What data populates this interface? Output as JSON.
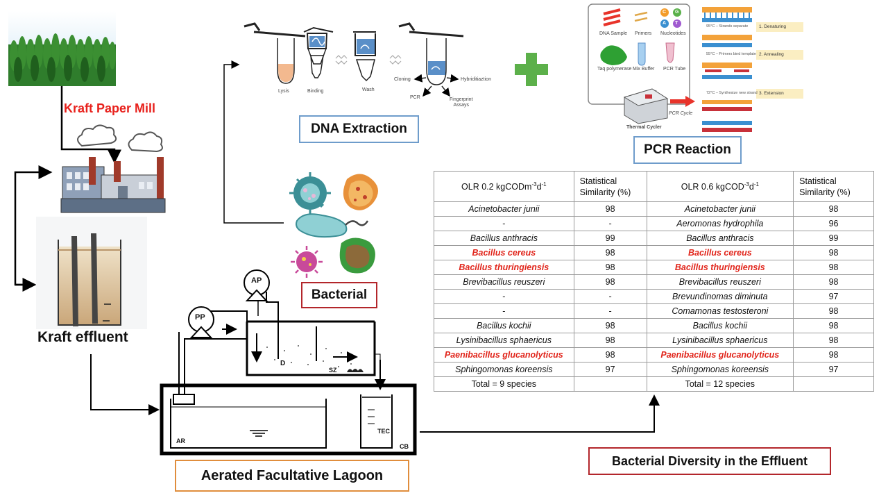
{
  "labels": {
    "kraft_paper_mill": "Kraft Paper Mill",
    "kraft_effluent": "Kraft effluent",
    "dna_extraction": "DNA Extraction",
    "pcr_reaction": "PCR Reaction",
    "bacterial": "Bacterial",
    "lagoon": "Aerated Facultative Lagoon",
    "diversity": "Bacterial Diversity in the Effluent"
  },
  "lagoon_parts": {
    "ap": "AP",
    "pp": "PP",
    "d": "D",
    "sz": "SZ",
    "tec": "TEC",
    "ar": "AR",
    "cb": "CB"
  },
  "dna_steps": {
    "lysis": "Lysis",
    "binding": "Binding",
    "wash": "Wash",
    "cloning": "Cloning",
    "hybrid": "Hybriditiaztion",
    "pcr": "PCR",
    "fingerprint": "Fingerprint\nAssays"
  },
  "pcr_parts": {
    "dna_sample": "DNA Sample",
    "primers": "Primers",
    "nucleotides": "Nucleotides",
    "taq": "Taq polymerase",
    "mix_buffer": "Mix Buffer",
    "pcr_tube": "PCR Tube",
    "thermal_cycler": "Thermal Cycler",
    "pcr_cycle": "PCR Cycle",
    "nuc_c": "C",
    "nuc_g": "G",
    "nuc_a": "A",
    "nuc_t": "T",
    "steps": [
      {
        "num": "1. Denaturing",
        "temp": "95°C – Strands separate"
      },
      {
        "num": "2. Annealing",
        "temp": "55°C – Primers bind template"
      },
      {
        "num": "3. Extension",
        "temp": "72°C – Synthesize new strand"
      }
    ]
  },
  "table": {
    "headers": {
      "olr1_prefix": "OLR 0.2 kgCODm",
      "olr1_sup1": "-3",
      "olr1_mid": "d",
      "olr1_sup2": "-1",
      "stat": "Statistical Similarity (%)",
      "olr2_prefix": "OLR 0.6 kgCOD",
      "olr2_sup1": "-3",
      "olr2_mid": "d",
      "olr2_sup2": "-1",
      "stat2": "Statistical Similarity (%)"
    },
    "rows": [
      {
        "s1": "Acinetobacter junii",
        "v1": "98",
        "s2": "Acinetobacter junii",
        "v2": "98",
        "highlight": false
      },
      {
        "s1": "-",
        "v1": "-",
        "s2": "Aeromonas hydrophila",
        "v2": "96",
        "highlight": false
      },
      {
        "s1": "Bacillus anthracis",
        "v1": "99",
        "s2": "Bacillus anthracis",
        "v2": "99",
        "highlight": false
      },
      {
        "s1": "Bacillus cereus",
        "v1": "98",
        "s2": "Bacillus cereus",
        "v2": "98",
        "highlight": true
      },
      {
        "s1": "Bacillus thuringiensis",
        "v1": "98",
        "s2": "Bacillus thuringiensis",
        "v2": "98",
        "highlight": true
      },
      {
        "s1": "Brevibacillus reuszeri",
        "v1": "98",
        "s2": "Brevibacillus reuszeri",
        "v2": "98",
        "highlight": false
      },
      {
        "s1": "-",
        "v1": "-",
        "s2": "Brevundinomas  diminuta",
        "v2": "97",
        "highlight": false
      },
      {
        "s1": "-",
        "v1": "-",
        "s2": "Comamonas  testosteroni",
        "v2": "98",
        "highlight": false
      },
      {
        "s1": "Bacillus kochii",
        "v1": "98",
        "s2": "Bacillus kochii",
        "v2": "98",
        "highlight": false
      },
      {
        "s1": "Lysinibacillus sphaericus",
        "v1": "98",
        "s2": "Lysinibacillus sphaericus",
        "v2": "98",
        "highlight": false
      },
      {
        "s1": "Paenibacillus glucanolyticus",
        "v1": "98",
        "s2": "Paenibacillus glucanolyticus",
        "v2": "98",
        "highlight": true
      },
      {
        "s1": "Sphingomonas  koreensis",
        "v1": "97",
        "s2": "Sphingomonas  koreensis",
        "v2": "97",
        "highlight": false
      }
    ],
    "total1": "Total = 9 species",
    "total2": "Total = 12 species"
  },
  "colors": {
    "mill_red": "#e8211c",
    "species_red": "#e1251b",
    "box_blue": "#6e9ccb",
    "box_red": "#b3262b",
    "box_orange": "#e08d3c",
    "plus_green": "#5cb04a"
  }
}
